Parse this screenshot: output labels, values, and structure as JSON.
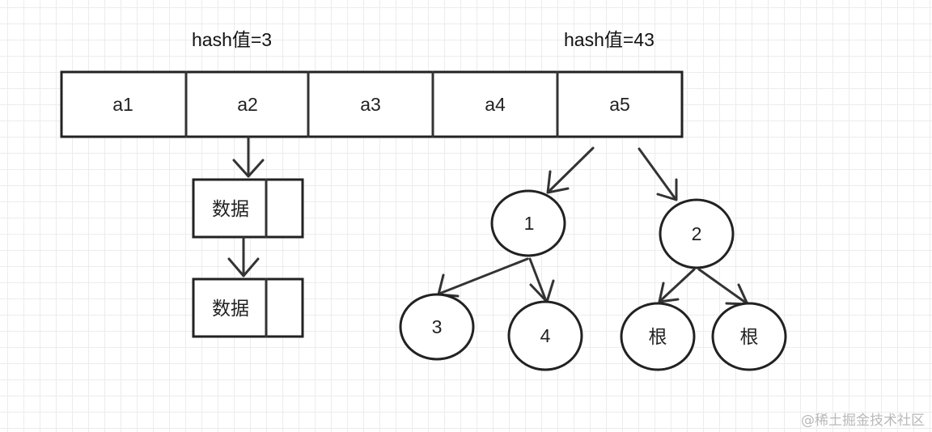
{
  "hash_labels": {
    "left": "hash值=3",
    "right": "hash值=43"
  },
  "array_cells": [
    "a1",
    "a2",
    "a3",
    "a4",
    "a5"
  ],
  "chain_nodes": [
    {
      "label": "数据"
    },
    {
      "label": "数据"
    }
  ],
  "tree": {
    "level1": [
      "1",
      "2"
    ],
    "children_of_1": [
      "3",
      "4"
    ],
    "children_of_2": [
      "根",
      "根"
    ]
  },
  "watermark": "@稀土掘金技术社区"
}
